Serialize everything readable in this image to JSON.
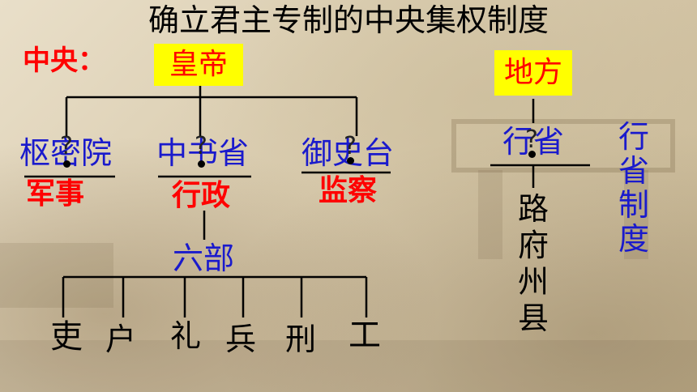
{
  "title": "确立君主专制的中央集权制度",
  "central": {
    "label": "中央：",
    "emperor": "皇帝",
    "branches": [
      {
        "name": "枢密院",
        "role": "军事"
      },
      {
        "name": "中书省",
        "role": "行政"
      },
      {
        "name": "御史台",
        "role": "监察"
      }
    ],
    "six_ministries": {
      "label": "六部",
      "items": [
        "吏",
        "户",
        "礼",
        "兵",
        "刑",
        "工"
      ]
    }
  },
  "local": {
    "label": "地方",
    "province": "行省",
    "levels": [
      "路",
      "府",
      "州",
      "县"
    ],
    "system_label": "行省制度"
  },
  "colors": {
    "highlight": "#ffff00",
    "emphasis_red": "#ff0000",
    "label_blue": "#1a1acc"
  }
}
